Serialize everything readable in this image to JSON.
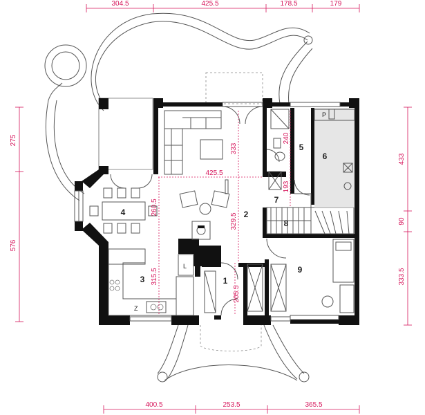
{
  "plan": {
    "top_dims": [
      "304.5",
      "425.5",
      "178.5",
      "179"
    ],
    "bottom_dims": [
      "400.5",
      "253.5",
      "365.5"
    ],
    "left_dims": [
      "275",
      "576"
    ],
    "right_dims": [
      "433",
      "90",
      "333.5"
    ],
    "inner_dims": [
      "333",
      "425.5",
      "240",
      "193",
      "260.5",
      "329.5",
      "315.5",
      "205.5"
    ],
    "rooms": [
      "1",
      "2",
      "3",
      "4",
      "5",
      "6",
      "7",
      "8",
      "9"
    ],
    "fixture_labels": {
      "p": "P",
      "l": "L",
      "z": "Z"
    },
    "colors": {
      "dimension": "#d6145a",
      "wall": "#111111",
      "utility_fill": "#e6e6e6"
    }
  }
}
